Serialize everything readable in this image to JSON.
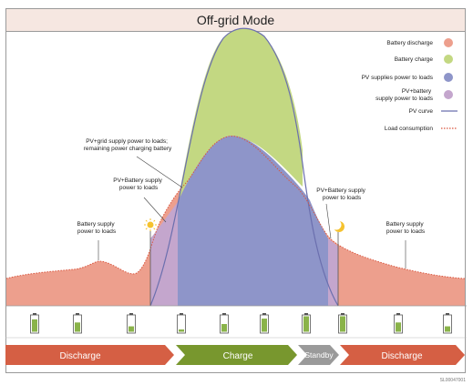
{
  "title": "Off-grid Mode",
  "legend": {
    "battery_discharge": "Battery discharge",
    "battery_charge": "Battery charge",
    "pv_supplies": "PV supplies power to loads",
    "pv_battery_line1": "PV+battery",
    "pv_battery_line2": "supply power to loads",
    "pv_curve": "PV curve",
    "load_consumption": "Load consumption"
  },
  "annotations": {
    "battery_supply_left_1": "Battery supply",
    "battery_supply_left_2": "power to loads",
    "pv_grid_1": "PV+grid supply power to loads;",
    "pv_grid_2": "remaining power charging battery",
    "pv_battery_left_1": "PV+Battery supply",
    "pv_battery_left_2": "power to loads",
    "pv_battery_right_1": "PV+Battery supply",
    "pv_battery_right_2": "power to loads",
    "battery_supply_right_1": "Battery supply",
    "battery_supply_right_2": "power to loads"
  },
  "phases": {
    "discharge_1": "Discharge",
    "charge": "Charge",
    "standby": "Standby",
    "discharge_2": "Discharge"
  },
  "battery_levels": [
    0.8,
    0.6,
    0.35,
    0.15,
    0.5,
    0.85,
    1.0,
    1.0,
    0.6,
    0.35
  ],
  "icons": [
    "sun-icon",
    "moon-icon",
    "battery-icon"
  ],
  "colors": {
    "discharge": "#ed9f8d",
    "charge": "#c3d882",
    "pv_supply": "#8e95c9",
    "pv_battery": "#c4a6cd",
    "pv_curve": "#6b6fae",
    "load_line": "#d9563f",
    "arrow_discharge": "#d55f44",
    "arrow_charge": "#78972e",
    "arrow_standby": "#9a9a9a",
    "battery_green": "#8ab34a"
  },
  "doc_code": "SL00047001"
}
